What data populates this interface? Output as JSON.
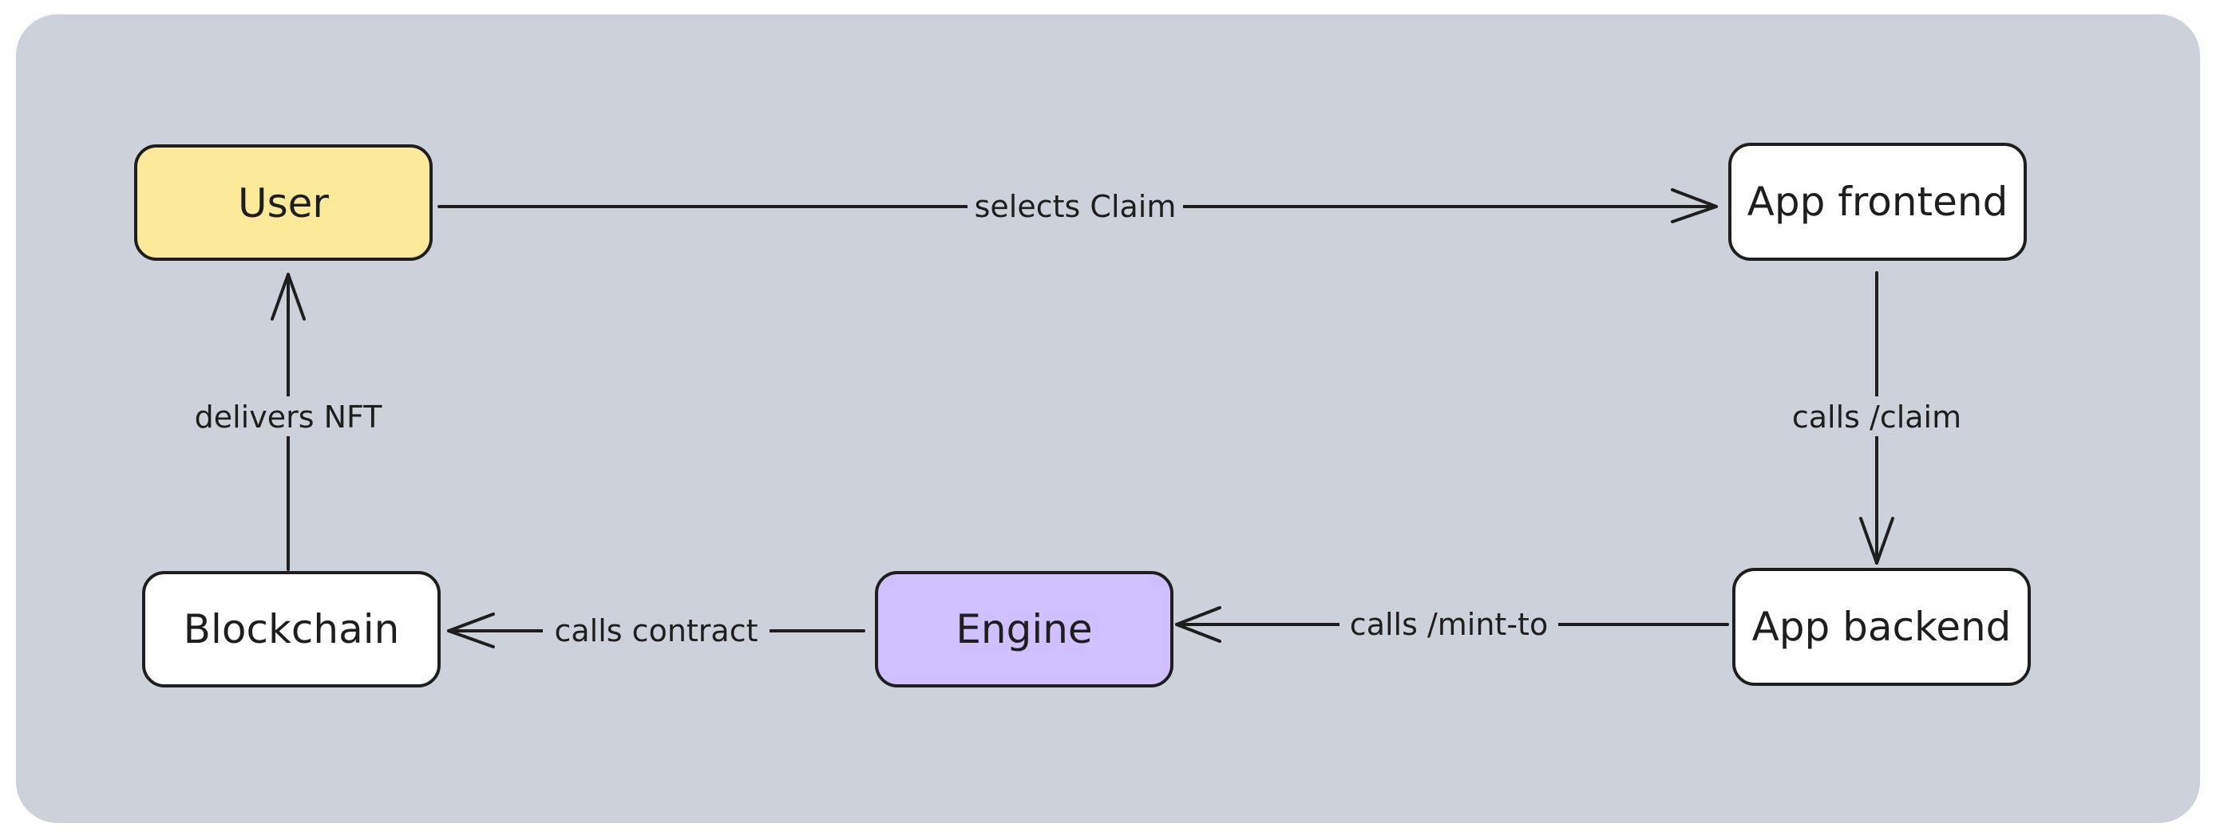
{
  "colors": {
    "canvas": "#cdd2da",
    "stroke": "#1e1e1e",
    "user": "#fde99a",
    "engine": "#d0c0ff",
    "default_node": "#ffffff"
  },
  "nodes": [
    {
      "id": "user",
      "label": "User",
      "fill": "#fde99a"
    },
    {
      "id": "frontend",
      "label": "App frontend",
      "fill": "#ffffff"
    },
    {
      "id": "backend",
      "label": "App backend",
      "fill": "#ffffff"
    },
    {
      "id": "engine",
      "label": "Engine",
      "fill": "#d0c0ff"
    },
    {
      "id": "blockchain",
      "label": "Blockchain",
      "fill": "#ffffff"
    }
  ],
  "edges": [
    {
      "from": "user",
      "to": "frontend",
      "label": "selects Claim"
    },
    {
      "from": "frontend",
      "to": "backend",
      "label": "calls /claim"
    },
    {
      "from": "backend",
      "to": "engine",
      "label": "calls /mint-to"
    },
    {
      "from": "engine",
      "to": "blockchain",
      "label": "calls contract"
    },
    {
      "from": "blockchain",
      "to": "user",
      "label": "delivers NFT"
    }
  ]
}
